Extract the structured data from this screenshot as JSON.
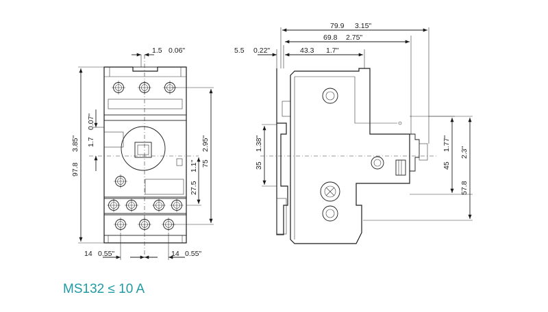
{
  "title": "MS132 ≤ 10 A",
  "colors": {
    "title": "#1f9aa3",
    "lines": "#1a1a1a"
  },
  "front_view": {
    "top_dim": {
      "mm": "1.5",
      "in": "0.06\""
    },
    "height_dim": {
      "mm": "97.8",
      "in": "3.85\""
    },
    "offset_dim": {
      "mm": "1.7",
      "in": "0.07\""
    },
    "side_dim": {
      "mm": "75",
      "in": "2.95\""
    },
    "mid_dim": {
      "mm": "27.5",
      "in": "1.1\""
    },
    "bottom_left_dim": {
      "mm": "14",
      "in": "0.55\""
    },
    "bottom_right_dim": {
      "mm": "14",
      "in": "0.55\""
    }
  },
  "side_view": {
    "depth_total": {
      "mm": "79.9",
      "in": "3.15\""
    },
    "depth_body": {
      "mm": "69.8",
      "in": "2.75\""
    },
    "depth_rail": {
      "mm": "43.3",
      "in": "1.7\""
    },
    "rail_offset": {
      "mm": "5.5",
      "in": "0.22\""
    },
    "rail_height": {
      "mm": "35",
      "in": "1.38\""
    },
    "right_inner": {
      "mm": "45",
      "in": "1.77\""
    },
    "right_outer": {
      "mm": "57.8",
      "in": "2.3\""
    }
  }
}
